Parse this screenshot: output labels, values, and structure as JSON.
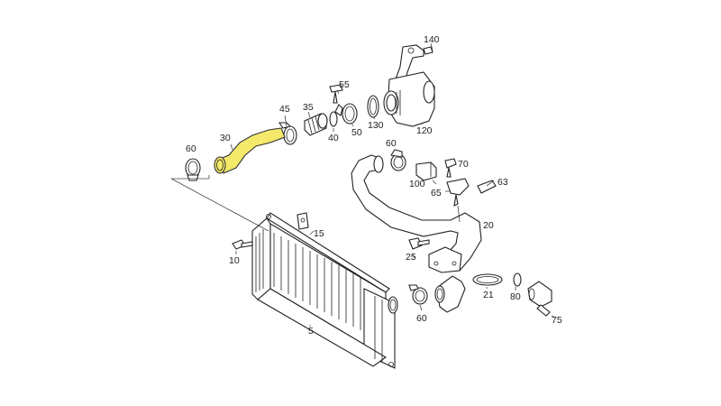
{
  "diagram": {
    "highlight_color": "#f4e96a",
    "labels": {
      "p140": "140",
      "p55": "55",
      "p130": "130",
      "p120": "120",
      "p45": "45",
      "p35": "35",
      "p50": "50",
      "p40": "40",
      "p30": "30",
      "p60a": "60",
      "p60b": "60",
      "p70": "70",
      "p100": "100",
      "p65": "65",
      "p63": "63",
      "p20": "20",
      "p15": "15",
      "p10": "10",
      "p25": "25",
      "p21": "21",
      "p80": "80",
      "p75": "75",
      "p60c": "60",
      "p5": "5"
    }
  }
}
